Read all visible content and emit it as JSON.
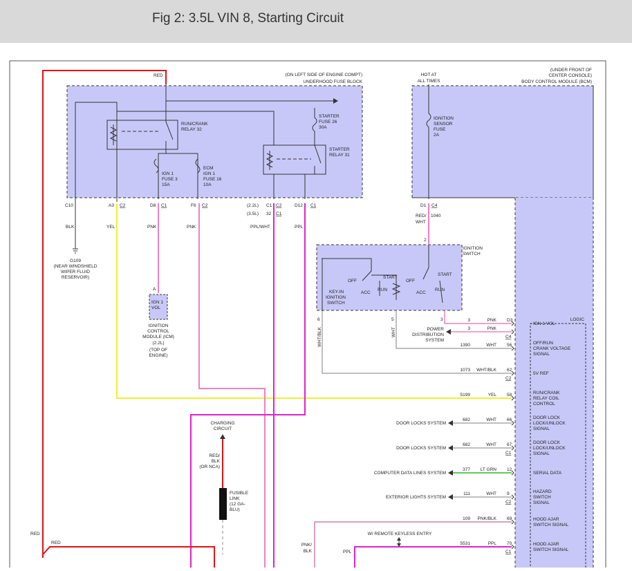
{
  "header": {
    "title": "Fig 2: 3.5L VIN 8, Starting Circuit"
  },
  "colors": {
    "module_fill": "#c8c8f8",
    "red": "#e81010",
    "yellow": "#f0f030",
    "pink": "#f080c0",
    "magenta": "#e020d0",
    "green": "#20c020",
    "gray_wire": "#aaaaaa",
    "header_bg": "#d9d9d9"
  },
  "labels": {
    "fuse_block_loc": "(ON LEFT SIDE OF ENGINE COMPT)",
    "fuse_block": "UNDERHOOD FUSE BLOCK",
    "bcm_loc1": "(UNDER FRONT OF",
    "bcm_loc2": "CENTER CONSOLE)",
    "bcm": "BODY CONTROL MODULE (BCM)",
    "hot1": "HOT AT",
    "hot2": "ALL TIMES",
    "red_top": "RED",
    "run_crank_relay": [
      "RUN/CRANK",
      "RELAY 32"
    ],
    "starter_fuse": [
      "STARTER",
      "FUSE 26",
      "30A"
    ],
    "starter_relay": [
      "STARTER",
      "RELAY 31"
    ],
    "ign1_fuse3": [
      "IGN 1",
      "FUSE 3",
      "15A"
    ],
    "ecm_fuse": [
      "ECM",
      "IGN 1",
      "FUSE 16",
      "10A"
    ],
    "ign_sensor_fuse": [
      "IGNITION",
      "SENSOR",
      "FUSE",
      "2A"
    ],
    "pin_c10": "C10",
    "pin_a3": "A3",
    "pin_c2a": "C2",
    "pin_d8": "D8",
    "pin_c1a": "C1",
    "pin_f6": "F6",
    "pin_c2b": "C2",
    "pin_22l": "(2.2L)",
    "pin_35l": "(3.5L)",
    "pin_c1b": "C1",
    "pin_32": "32",
    "pin_c2c": "C2",
    "pin_c1c": "C1",
    "pin_d12": "D12",
    "pin_c1d": "C1",
    "pin_d1": "D1",
    "pin_c4": "C4",
    "w_blk": "BLK",
    "w_yel": "YEL",
    "w_pnk1": "PNK",
    "w_pnk2": "PNK",
    "w_pplwht": "PPL/WHT",
    "w_ppl": "PPL",
    "w_redwht": [
      "RED/",
      "WHT"
    ],
    "w_1040": "1040",
    "ground": [
      "G109",
      "(NEAR WINDSHIELD",
      "WIPER FLUID",
      "RESERVOIR)"
    ],
    "icm_box": [
      "IGN 1",
      "VOL"
    ],
    "icm_pin": "A",
    "icm": [
      "IGNITION",
      "CONTROL",
      "MODULE (ICM)",
      "(2.2L)",
      "(TOP OF",
      "ENGINE)"
    ],
    "ign_switch": [
      "IGNITION",
      "SWITCH"
    ],
    "ign_pin2": "2",
    "keyin": [
      "KEY-IN",
      "IGNITION",
      "SWITCH"
    ],
    "sw_off1": "OFF",
    "sw_start1": "START",
    "sw_acc1": "ACC",
    "sw_run1": "RUN",
    "sw_off2": "OFF",
    "sw_start2": "START",
    "sw_acc2": "ACC",
    "sw_run2": "RUN",
    "ign_pin6": "6",
    "ign_pin5": "5",
    "ign_pin3": "3",
    "w_whtblk_v": "WHT/BLK",
    "w_wht_v": "WHT",
    "pds": [
      "POWER",
      "DISTRIBUTION",
      "SYSTEM"
    ],
    "logic": "LOGIC",
    "charging": [
      "CHARGING",
      "CIRCUIT"
    ],
    "charging_wire": [
      "RED/",
      "BLK",
      "(OR NCA)"
    ],
    "fusible": [
      "FUSIBLE",
      "LINK",
      "(12 GA-",
      "BLU)"
    ],
    "red_bottom1": "RED",
    "red_bottom2": "RED",
    "pnkblk": [
      "PNK/",
      "BLK"
    ],
    "ppl_bottom": "PPL",
    "remote_keyless": "W/ REMOTE KEYLESS ENTRY"
  },
  "bcm_rows": [
    {
      "circuit": "3",
      "color": "PNK",
      "pin": "D3",
      "conn": "",
      "label": [
        "IGN 1 VOL"
      ]
    },
    {
      "circuit": "3",
      "color": "PNK",
      "pin": "",
      "conn": "C4",
      "label": []
    },
    {
      "circuit": "1390",
      "color": "WHT",
      "pin": "56",
      "conn": "",
      "label": [
        "OFF/RUN",
        "CRANK VOLTAGE",
        "SIGNAL"
      ]
    },
    {
      "circuit": "1073",
      "color": "WHT/BLK",
      "pin": "62",
      "conn": "C2",
      "label": [
        "5V REF"
      ]
    },
    {
      "circuit": "5199",
      "color": "YEL",
      "pin": "58",
      "conn": "",
      "label": [
        "RUN/CRANK",
        "RELAY COIL",
        "CONTROL"
      ]
    },
    {
      "circuit": "682",
      "color": "WHT",
      "pin": "66",
      "conn": "",
      "label": [
        "DOOR LOCK",
        "LOCK/UNLOCK",
        "SIGNAL"
      ],
      "dest": "DOOR LOCKS SYSTEM"
    },
    {
      "circuit": "682",
      "color": "WHT",
      "pin": "67",
      "conn": "C1",
      "label": [
        "DOOR LOCK",
        "LOCK/UNLOCK",
        "SIGNAL"
      ],
      "dest": "DOOR LOCKS SYSTEM"
    },
    {
      "circuit": "377",
      "color": "LT GRN",
      "pin": "12",
      "conn": "",
      "label": [
        "SERIAL DATA"
      ],
      "dest": "COMPUTER DATA LINES SYSTEM"
    },
    {
      "circuit": "111",
      "color": "WHT",
      "pin": "9",
      "conn": "C2",
      "label": [
        "HAZARD",
        "SWITCH",
        "SIGNAL"
      ],
      "dest": "EXTERIOR LIGHTS SYSTEM"
    },
    {
      "circuit": "109",
      "color": "PNK/BLK",
      "pin": "69",
      "conn": "",
      "label": [
        "HOOD AJAR",
        "SWITCH SIGNAL"
      ]
    },
    {
      "circuit": "5531",
      "color": "PPL",
      "pin": "70",
      "conn": "C1",
      "label": [
        "HOOD AJAR",
        "SWITCH SIGNAL"
      ]
    }
  ]
}
